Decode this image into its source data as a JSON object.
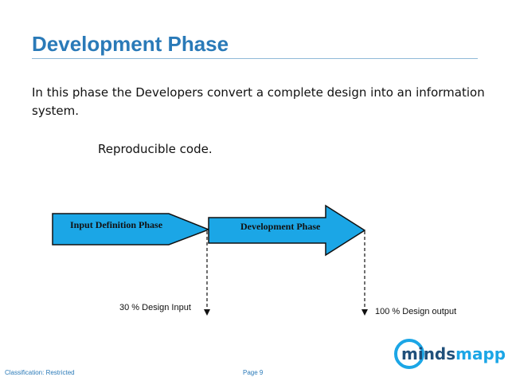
{
  "slide": {
    "title": "Development Phase",
    "paragraph": " In this phase the Developers convert a complete design into an information system.",
    "subtext": "Reproducible code."
  },
  "diagram": {
    "arrow_1_label": "Input Definition Phase",
    "arrow_2_label": "Development Phase",
    "marker_1_label": "30 % Design Input",
    "marker_2_label": "100 % Design output",
    "arrow_color": "#1ba6e6"
  },
  "footer": {
    "classification": "Classification: Restricted",
    "page": "Page 9"
  },
  "logo": {
    "part_1": "minds",
    "part_2": "mapped",
    "color_1": "#1f4f7a",
    "color_2": "#1ba6e6"
  }
}
